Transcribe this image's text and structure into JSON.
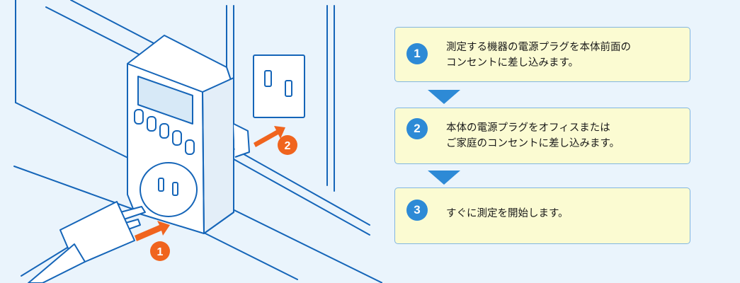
{
  "illustration": {
    "callouts": [
      {
        "number": "1"
      },
      {
        "number": "2"
      }
    ],
    "colors": {
      "outline": "#1565b8",
      "arrow": "#f0641e",
      "device": "#ffffff",
      "screen": "#d7e9f7"
    }
  },
  "steps": [
    {
      "number": "1",
      "text": "測定する機器の電源プラグを本体前面の\nコンセントに差し込みます。"
    },
    {
      "number": "2",
      "text": "本体の電源プラグをオフィスまたは\nご家庭のコンセントに差し込みます。"
    },
    {
      "number": "3",
      "text": "すぐに測定を開始します。"
    }
  ],
  "colors": {
    "background": "#eaf4fc",
    "step_box": "#fbfbd2",
    "step_border": "#82b6e0",
    "accent": "#2d8ad6"
  }
}
